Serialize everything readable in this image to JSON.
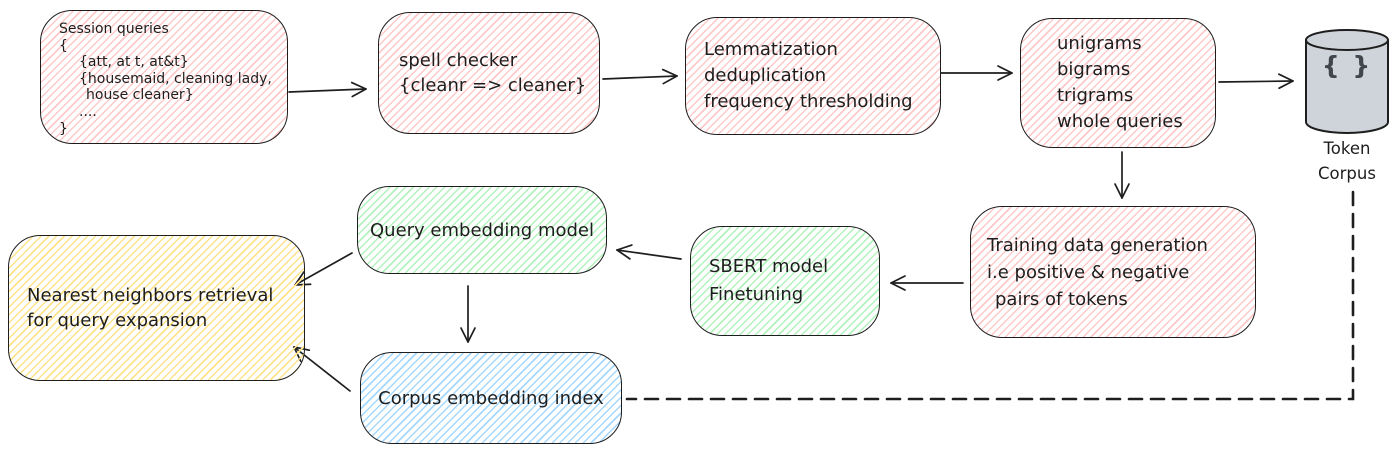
{
  "colors": {
    "stroke": "#1e1e1e",
    "pink": "#ffc9c9",
    "green": "#b2f2bb",
    "blue": "#a5d8ff",
    "yellow": "#ffe28a",
    "gray": "#ced4da"
  },
  "nodes": {
    "session_queries": {
      "lines": [
        "Session queries",
        "{",
        "{att, at t, at&t}",
        "{housemaid, cleaning lady,",
        "house cleaner}",
        "....",
        "}"
      ]
    },
    "spell_checker": {
      "lines": [
        "spell checker",
        "{cleanr => cleaner}"
      ]
    },
    "lemmatization": {
      "lines": [
        "Lemmatization",
        "deduplication",
        "frequency thresholding"
      ]
    },
    "ngrams": {
      "lines": [
        "unigrams",
        "bigrams",
        "trigrams",
        "whole queries"
      ]
    },
    "token_corpus": {
      "symbol": "{ }",
      "label_line1": "Token",
      "label_line2": "Corpus"
    },
    "training_data": {
      "lines": [
        "Training data generation",
        "i.e positive & negative",
        "pairs of tokens"
      ]
    },
    "sbert": {
      "lines": [
        "SBERT model",
        "Finetuning"
      ]
    },
    "query_embedding": {
      "lines": [
        "Query embedding model"
      ]
    },
    "nearest_neighbors": {
      "lines": [
        "Nearest neighbors retrieval",
        "for query expansion"
      ]
    },
    "corpus_index": {
      "lines": [
        "Corpus embedding index"
      ]
    }
  }
}
